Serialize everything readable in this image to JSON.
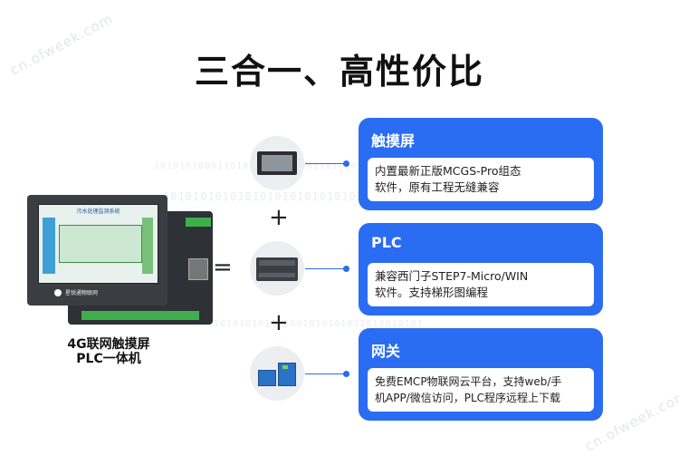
{
  "watermark": "cn.ofweek.com",
  "title": "三合一、高性价比",
  "binary": [
    "1010101000110101010101000110101010111",
    "10101010101010101010101010101010101",
    "101101010101101001010101011010010101"
  ],
  "operators": {
    "plus": "+",
    "equals": "="
  },
  "product": {
    "screen_title": "污水处理监测系统",
    "brand": "星锐通物联网",
    "caption_line1": "4G联网触摸屏",
    "caption_line2": "PLC一体机"
  },
  "cards": [
    {
      "title": "触摸屏",
      "line1": "内置最新正版MCGS-Pro组态",
      "line2": "软件，原有工程无缝兼容",
      "icon": "touchscreen-icon"
    },
    {
      "title": "PLC",
      "line1": "兼容西门子STEP7-Micro/WIN",
      "line2": "软件。支持梯形图编程",
      "icon": "plc-module-icon"
    },
    {
      "title": "网关",
      "line1": "免费EMCP物联网云平台，支持web/手",
      "line2": "机APP/微信访问，PLC程序远程上下载",
      "icon": "gateway-icon"
    }
  ],
  "colors": {
    "accent": "#2a6cf2",
    "circle": "#eceef1"
  }
}
